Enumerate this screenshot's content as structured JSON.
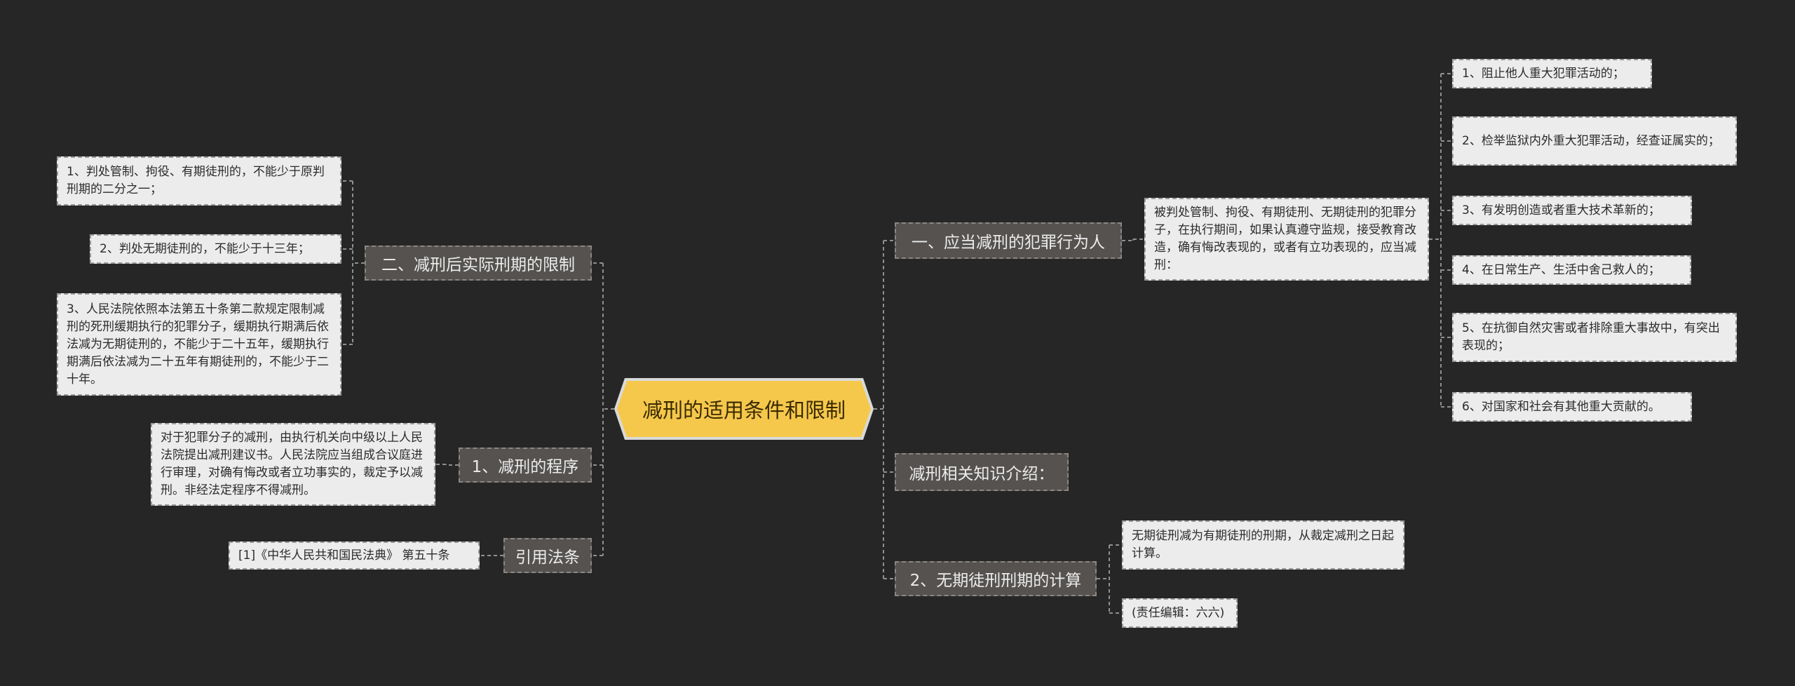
{
  "center": {
    "label": "减刑的适用条件和限制"
  },
  "left_branches": {
    "limits": {
      "label": "二、减刑后实际刑期的限制",
      "items": [
        "1、判处管制、拘役、有期徒刑的，不能少于原判刑期的二分之一；",
        "2、判处无期徒刑的，不能少于十三年；",
        "3、人民法院依照本法第五十条第二款规定限制减刑的死刑缓期执行的犯罪分子，缓期执行期满后依法减为无期徒刑的，不能少于二十五年，缓期执行期满后依法减为二十五年有期徒刑的，不能少于二十年。"
      ]
    },
    "procedure": {
      "label": "1、减刑的程序",
      "text": "对于犯罪分子的减刑，由执行机关向中级以上人民法院提出减刑建议书。人民法院应当组成合议庭进行审理，对确有悔改或者立功事实的，裁定予以减刑。非经法定程序不得减刑。"
    },
    "citation": {
      "label": "引用法条",
      "text": "[1]《中华人民共和国民法典》 第五十条"
    }
  },
  "right_branches": {
    "offenders": {
      "label": "一、应当减刑的犯罪行为人",
      "desc": "被判处管制、拘役、有期徒刑、无期徒刑的犯罪分子，在执行期间，如果认真遵守监规，接受教育改造，确有悔改表现的，或者有立功表现的，应当减刑：",
      "items": [
        "1、阻止他人重大犯罪活动的；",
        "2、检举监狱内外重大犯罪活动，经查证属实的；",
        "3、有发明创造或者重大技术革新的；",
        "4、在日常生产、生活中舍己救人的；",
        "5、在抗御自然灾害或者排除重大事故中，有突出表现的；",
        "6、对国家和社会有其他重大贡献的。"
      ]
    },
    "intro": {
      "label": "减刑相关知识介绍："
    },
    "calc": {
      "label": "2、无期徒刑刑期的计算",
      "items": [
        "无期徒刑减为有期徒刑的刑期，从裁定减刑之日起计算。",
        "(责任编辑：六六)"
      ]
    }
  }
}
